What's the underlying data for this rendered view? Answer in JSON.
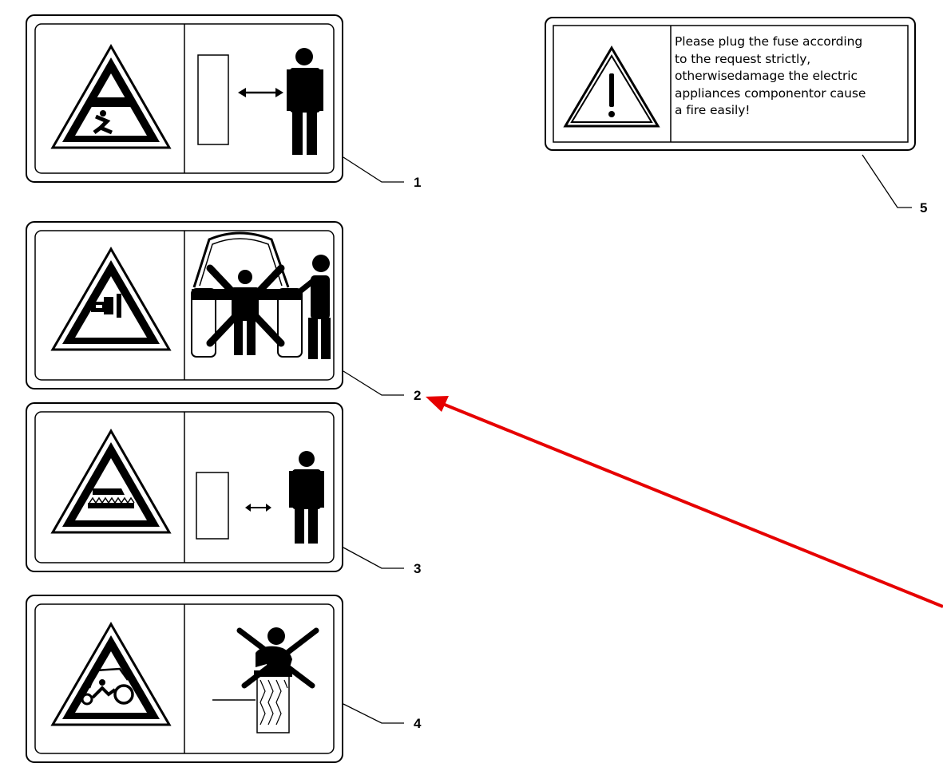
{
  "labels": [
    {
      "id": "1",
      "pictogram": "crushing-hazard-warning-icon",
      "instruction": "keep-safe-distance-icon"
    },
    {
      "id": "2",
      "pictogram": "pinch-hazard-warning-icon",
      "instruction": "do-not-stand-between-icon"
    },
    {
      "id": "3",
      "pictogram": "hot-surface-warning-icon",
      "instruction": "keep-safe-distance-icon"
    },
    {
      "id": "4",
      "pictogram": "entanglement-hazard-warning-icon",
      "instruction": "do-not-climb-icon"
    },
    {
      "id": "5",
      "pictogram": "general-warning-icon"
    }
  ],
  "fuse_warning": {
    "text": "Please plug the fuse according\nto the request strictly,\notherwisedamage the electric\nappliances componentor cause\na fire easily!"
  },
  "colors": {
    "line": "#000000",
    "arrow": "#e60000",
    "background": "#ffffff"
  }
}
